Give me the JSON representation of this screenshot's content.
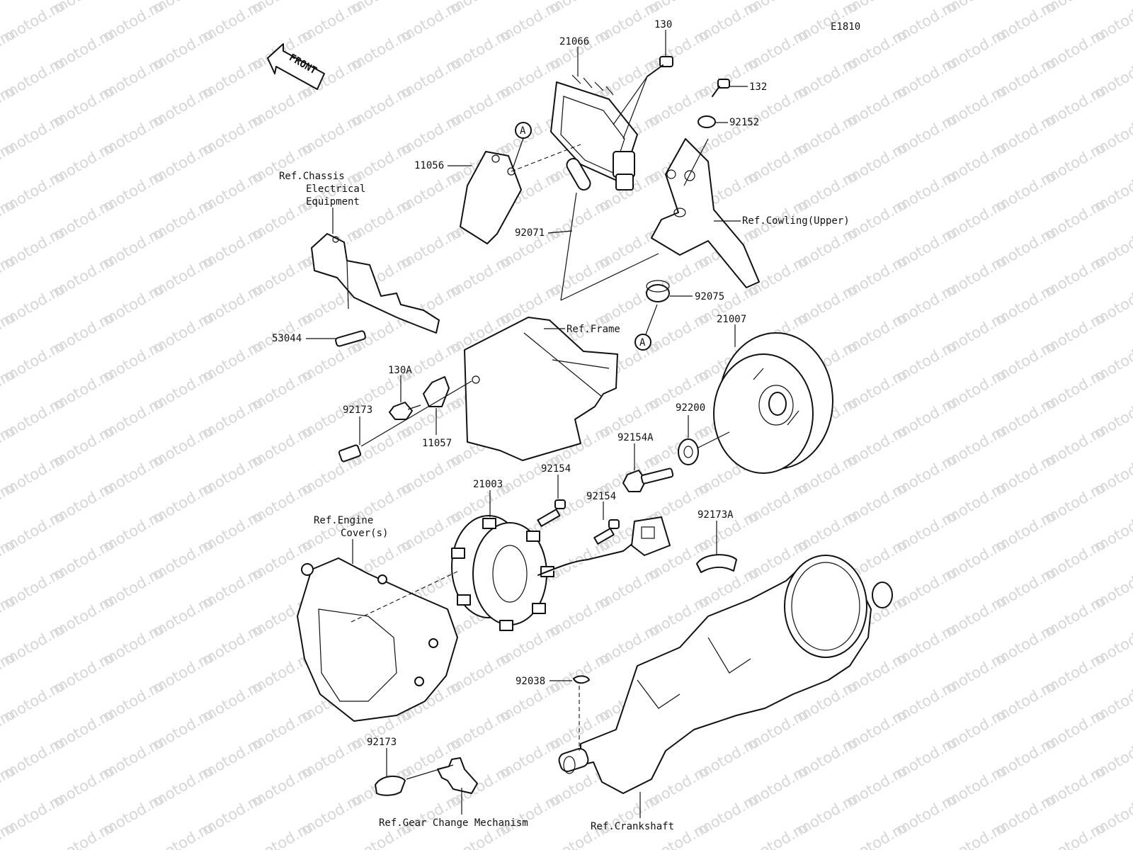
{
  "diagram_code": "E1810",
  "direction_label": "FRONT",
  "watermark": "motod.ru",
  "callout": "A",
  "parts": {
    "p21066": "21066",
    "p130": "130",
    "p132": "132",
    "p92152": "92152",
    "p11056": "11056",
    "p92071": "92071",
    "p92075": "92075",
    "p21007": "21007",
    "p53044": "53044",
    "p130A": "130A",
    "p92173_top": "92173",
    "p11057": "11057",
    "p92200": "92200",
    "p92154A": "92154A",
    "p92154_a": "92154",
    "p92154_b": "92154",
    "p21003": "21003",
    "p92173A": "92173A",
    "p92038": "92038",
    "p92173_bottom": "92173"
  },
  "references": {
    "chassis_line1": "Ref.Chassis",
    "chassis_line2": "Electrical",
    "chassis_line3": "Equipment",
    "cowling": "Ref.Cowling(Upper)",
    "frame": "Ref.Frame",
    "engine_line1": "Ref.Engine",
    "engine_line2": "Cover(s)",
    "gear": "Ref.Gear Change Mechanism",
    "crankshaft": "Ref.Crankshaft"
  }
}
